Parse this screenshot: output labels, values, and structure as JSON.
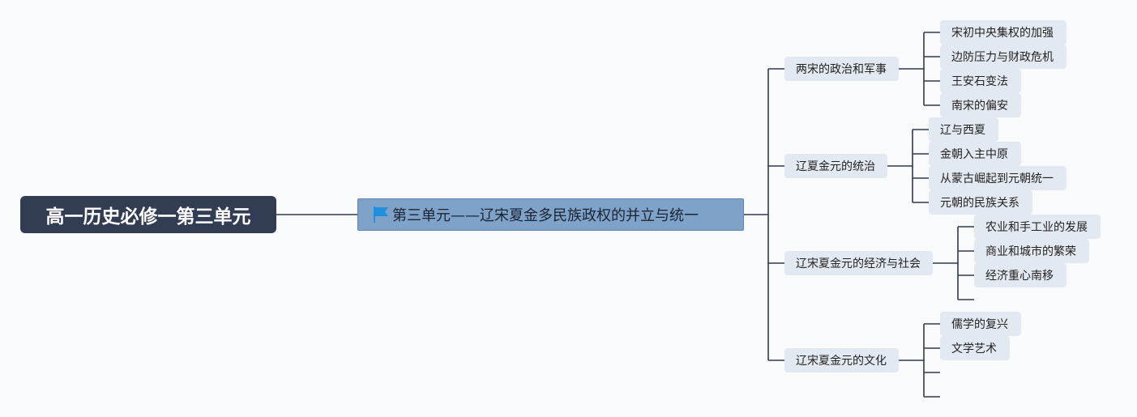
{
  "colors": {
    "root_bg": "#323c52",
    "main_bg": "#7ea2c8",
    "node_bg": "#e3e9f1",
    "line": "#2f3a4c",
    "flag": "#1f8fe0"
  },
  "root": {
    "label": "高一历史必修一第三单元"
  },
  "main": {
    "label": "第三单元——辽宋夏金多民族政权的并立与统一",
    "icon": "flag-icon"
  },
  "branches": [
    {
      "label": "两宋的政治和军事",
      "children": [
        "宋初中央集权的加强",
        "边防压力与财政危机",
        "王安石变法",
        "南宋的偏安"
      ]
    },
    {
      "label": "辽夏金元的统治",
      "children": [
        "辽与西夏",
        "金朝入主中原",
        "从蒙古崛起到元朝统一",
        "元朝的民族关系"
      ]
    },
    {
      "label": "辽宋夏金元的经济与社会",
      "children": [
        "农业和手工业的发展",
        "商业和城市的繁荣",
        "经济重心南移",
        ""
      ]
    },
    {
      "label": "辽宋夏金元的文化",
      "children": [
        "儒学的复兴",
        "文学艺术",
        "",
        ""
      ]
    }
  ]
}
